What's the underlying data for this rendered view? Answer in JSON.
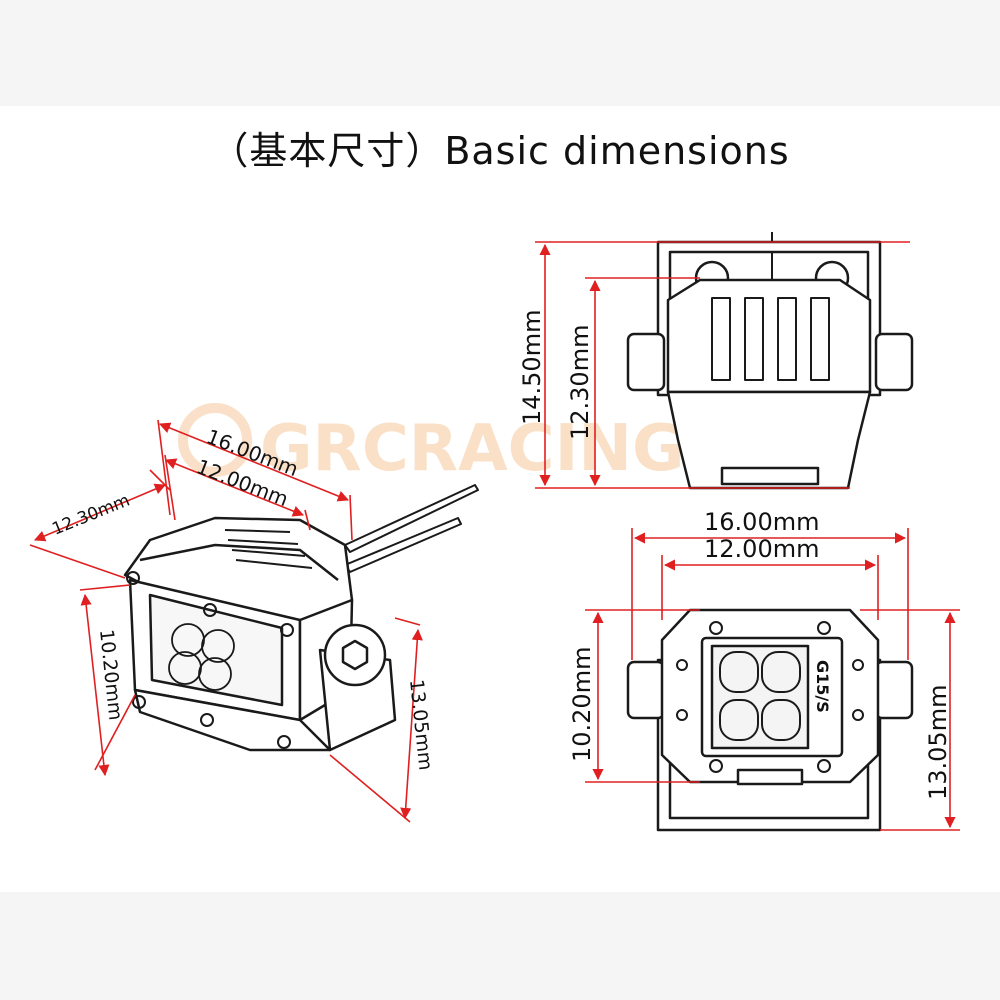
{
  "title": "（基本尺寸）Basic dimensions",
  "watermark": "GRCRACING",
  "colors": {
    "dimension_line": "#e02020",
    "outline": "#1a1a1a",
    "watermark": "#f6c79a",
    "panel": "#ffffff",
    "band": "#f5f5f5"
  },
  "iso_view": {
    "width_outer": "16.00mm",
    "width_inner": "12.00mm",
    "depth": "12.30mm",
    "height_body": "10.20mm",
    "height_total": "13.05mm"
  },
  "side_view": {
    "height_total": "14.50mm",
    "height_body": "12.30mm"
  },
  "front_view": {
    "width_outer": "16.00mm",
    "width_inner": "12.00mm",
    "height_body": "10.20mm",
    "height_total": "13.05mm",
    "lamp_label": "G15/S"
  }
}
